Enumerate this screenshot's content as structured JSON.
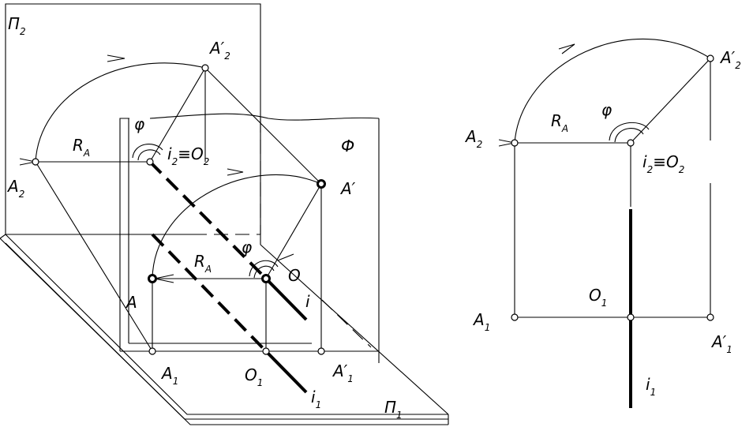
{
  "labels": {
    "pi2": "П",
    "pi2_sub": "2",
    "pi1": "П",
    "pi1_sub": "1",
    "phi_plane": "Ф",
    "phi": "φ",
    "a": "A",
    "a_prime": "A′",
    "a1": "A",
    "a1_sub": "1",
    "a1_prime": "A′",
    "a1_prime_sub": "1",
    "a2": "A",
    "a2_sub": "2",
    "a2_prime": "A′",
    "a2_prime_sub": "2",
    "r": "R",
    "r_sub": "A",
    "i": "i",
    "i1": "i",
    "i1_sub": "1",
    "i2_eq": "i",
    "i2_sub": "2",
    "equiv": "≡",
    "o": "O",
    "o1": "O",
    "o1_sub": "1",
    "o2": "O",
    "o2_sub": "2"
  }
}
